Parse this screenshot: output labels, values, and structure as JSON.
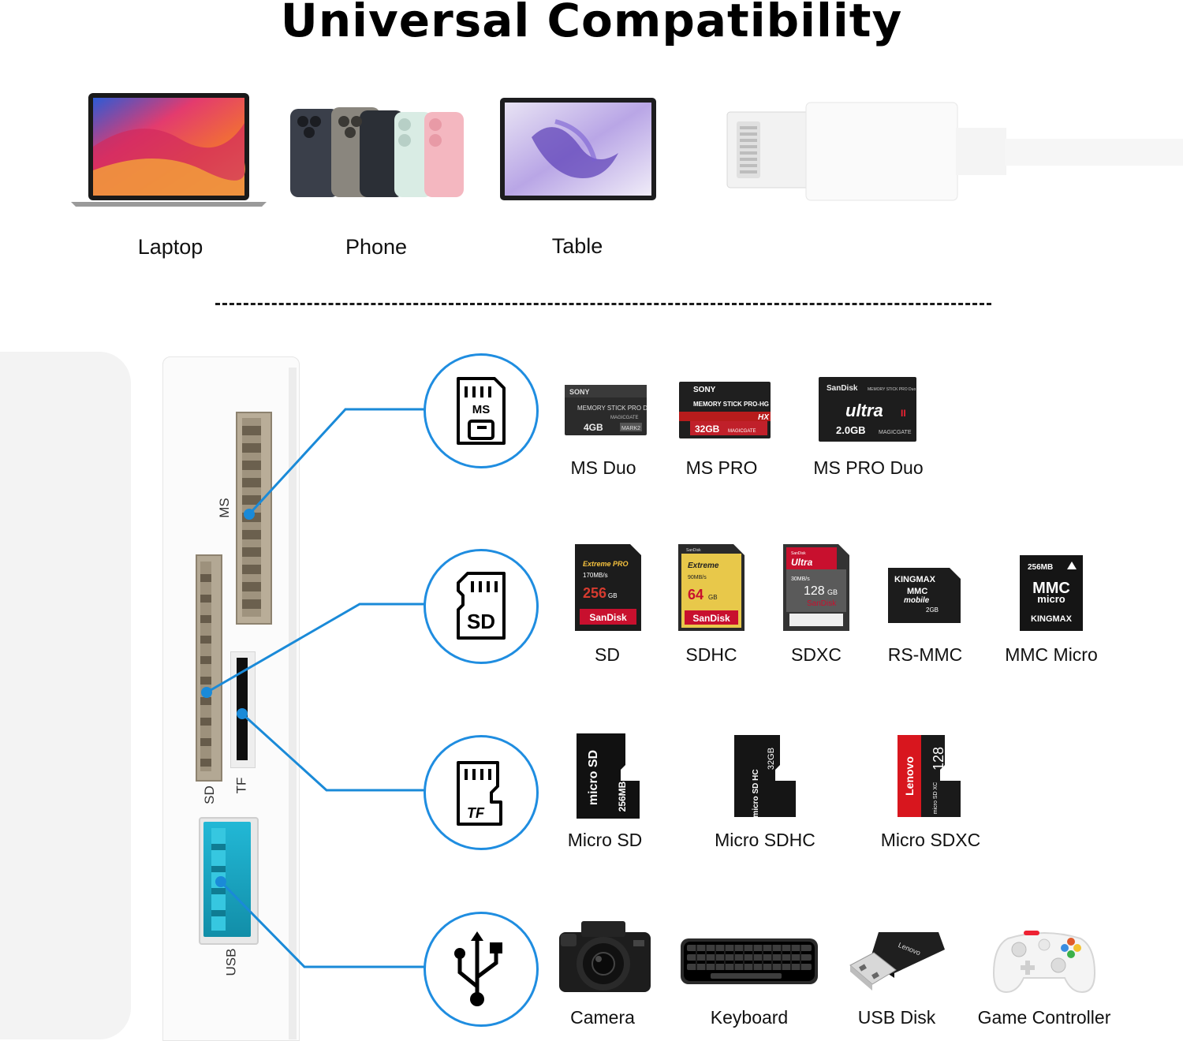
{
  "title": "Universal Compatibility",
  "devices": [
    {
      "label": "Laptop",
      "icon": "laptop-icon"
    },
    {
      "label": "Phone",
      "icon": "phone-icon"
    },
    {
      "label": "Table",
      "icon": "tablet-icon"
    }
  ],
  "reader": {
    "slots": {
      "ms": "MS",
      "sd": "SD",
      "tf": "TF",
      "usb": "USB"
    }
  },
  "ports": {
    "ms": {
      "badge": "MS",
      "icon": "ms-card-icon"
    },
    "sd": {
      "badge": "SD",
      "icon": "sd-card-icon"
    },
    "tf": {
      "badge": "TF",
      "icon": "tf-card-icon"
    },
    "usb": {
      "icon": "usb-icon"
    }
  },
  "rows": {
    "ms": [
      "MS Duo",
      "MS PRO",
      "MS PRO Duo"
    ],
    "sd": [
      "SD",
      "SDHC",
      "SDXC",
      "RS-MMC",
      "MMC Micro"
    ],
    "tf": [
      "Micro SD",
      "Micro SDHC",
      "Micro SDXC"
    ],
    "usb": [
      "Camera",
      "Keyboard",
      "USB Disk",
      "Game Controller"
    ]
  },
  "cards": {
    "ms_duo": {
      "brand": "SONY",
      "line": "MEMORY STICK PRO Duo",
      "sub": "MAGICGATE",
      "cap": "4GB",
      "tag": "MARK2"
    },
    "ms_pro": {
      "brand": "SONY",
      "line": "MEMORY STICK PRO-HG Duo",
      "tag": "HX",
      "cap": "32GB",
      "sub": "MAGICGATE"
    },
    "ms_pro_duo": {
      "brand": "SanDisk",
      "line": "MEMORY STICK PRO Duo",
      "name": "ultra",
      "mark": "II",
      "cap": "2.0GB",
      "sub": "MAGICGATE"
    },
    "sd": {
      "line": "Extreme PRO",
      "speed": "170MB/s",
      "cap": "256",
      "unit": "GB",
      "brand": "SanDisk"
    },
    "sdhc": {
      "line": "Extreme",
      "speed": "90MB/s",
      "cap": "64",
      "unit": "GB",
      "brand": "SanDisk",
      "maker": "SanDisk"
    },
    "sdxc": {
      "line": "Ultra",
      "speed": "30MB/s",
      "cap": "128",
      "unit": "GB",
      "brand": "SanDisk",
      "maker": "SanDisk"
    },
    "rsmmc": {
      "brand": "KINGMAX",
      "line1": "MMC",
      "line2": "mobile",
      "cap": "2GB"
    },
    "mmcmicro": {
      "cap": "256MB",
      "line1": "MMC",
      "line2": "micro",
      "brand": "KINGMAX"
    },
    "microsd": {
      "line": "micro SD",
      "cap": "256MB"
    },
    "microsdhc": {
      "line": "micro SD HC",
      "cap": "32GB"
    },
    "microsdxc": {
      "brand": "Lenovo",
      "cap": "128",
      "line": "micro SD XC"
    }
  },
  "usb_devices": {
    "usb_disk_brand": "Lenovo"
  },
  "colors": {
    "accent": "#1f8de0",
    "connector_line": "#1a8ad8",
    "usb_port": "#1ba8c8",
    "sdhc_gold": "#e8c84a",
    "sdxc_red": "#c8102e",
    "ms_pro_red": "#c0202a",
    "lenovo_red": "#d8161e"
  }
}
